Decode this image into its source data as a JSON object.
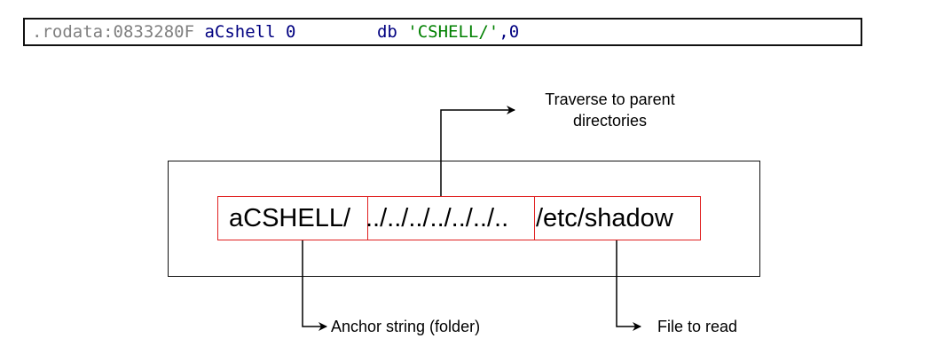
{
  "code_line": {
    "address": ".rodata:0833280F",
    "label": "aCshell 0",
    "directive": "db",
    "string": "'CSHELL/'",
    "terminator": ",0"
  },
  "payload": {
    "anchor": "aCSHELL/",
    "traversal": "../../../../../../..",
    "target": "/etc/shadow"
  },
  "captions": {
    "traverse_line1": "Traverse to parent",
    "traverse_line2": "directories",
    "anchor": "Anchor string (folder)",
    "file": "File to read"
  },
  "colors": {
    "highlight_border": "#e02020",
    "address": "#808080",
    "label": "#000080",
    "string": "#008000"
  }
}
